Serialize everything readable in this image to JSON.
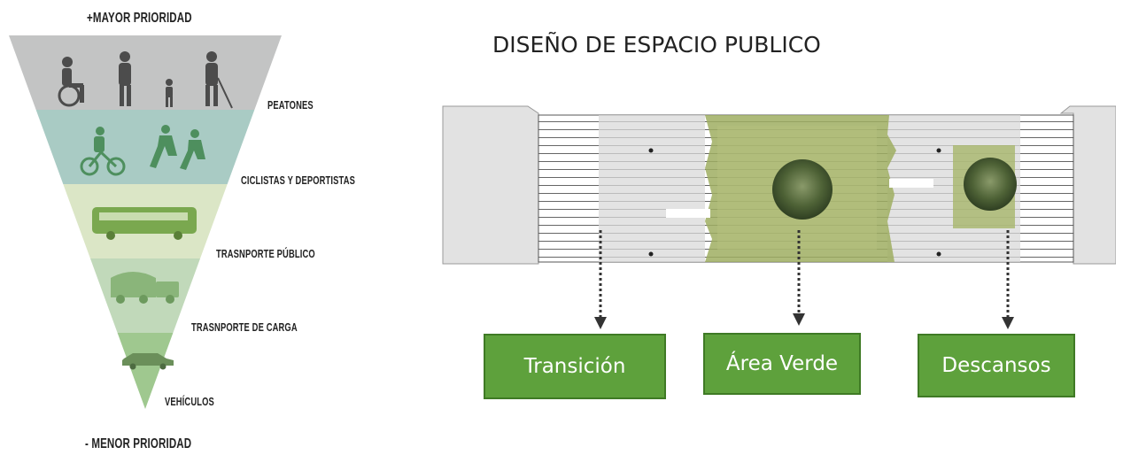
{
  "pyramid": {
    "top_label": "+MAYOR PRIORIDAD",
    "bottom_label": "- MENOR  PRIORIDAD",
    "tiers": [
      {
        "label": "PEATONES",
        "color": "#c3c4c4"
      },
      {
        "label": "CICLISTAS Y DEPORTISTAS",
        "color": "#a9cbc4"
      },
      {
        "label": "TRASNPORTE PÚBLICO",
        "color": "#dbe6c6"
      },
      {
        "label": "TRASNPORTE DE CARGA",
        "color": "#c1d9ba"
      },
      {
        "label": "VEHÍCULOS",
        "color": "#9fc88f"
      }
    ]
  },
  "plan": {
    "title": "DISEÑO DE ESPACIO PUBLICO",
    "zones": [
      {
        "label": "Transición",
        "color": "#5ea13c"
      },
      {
        "label": "Área Verde",
        "color": "#5ea13c"
      },
      {
        "label": "Descansos",
        "color": "#5ea13c"
      }
    ]
  }
}
